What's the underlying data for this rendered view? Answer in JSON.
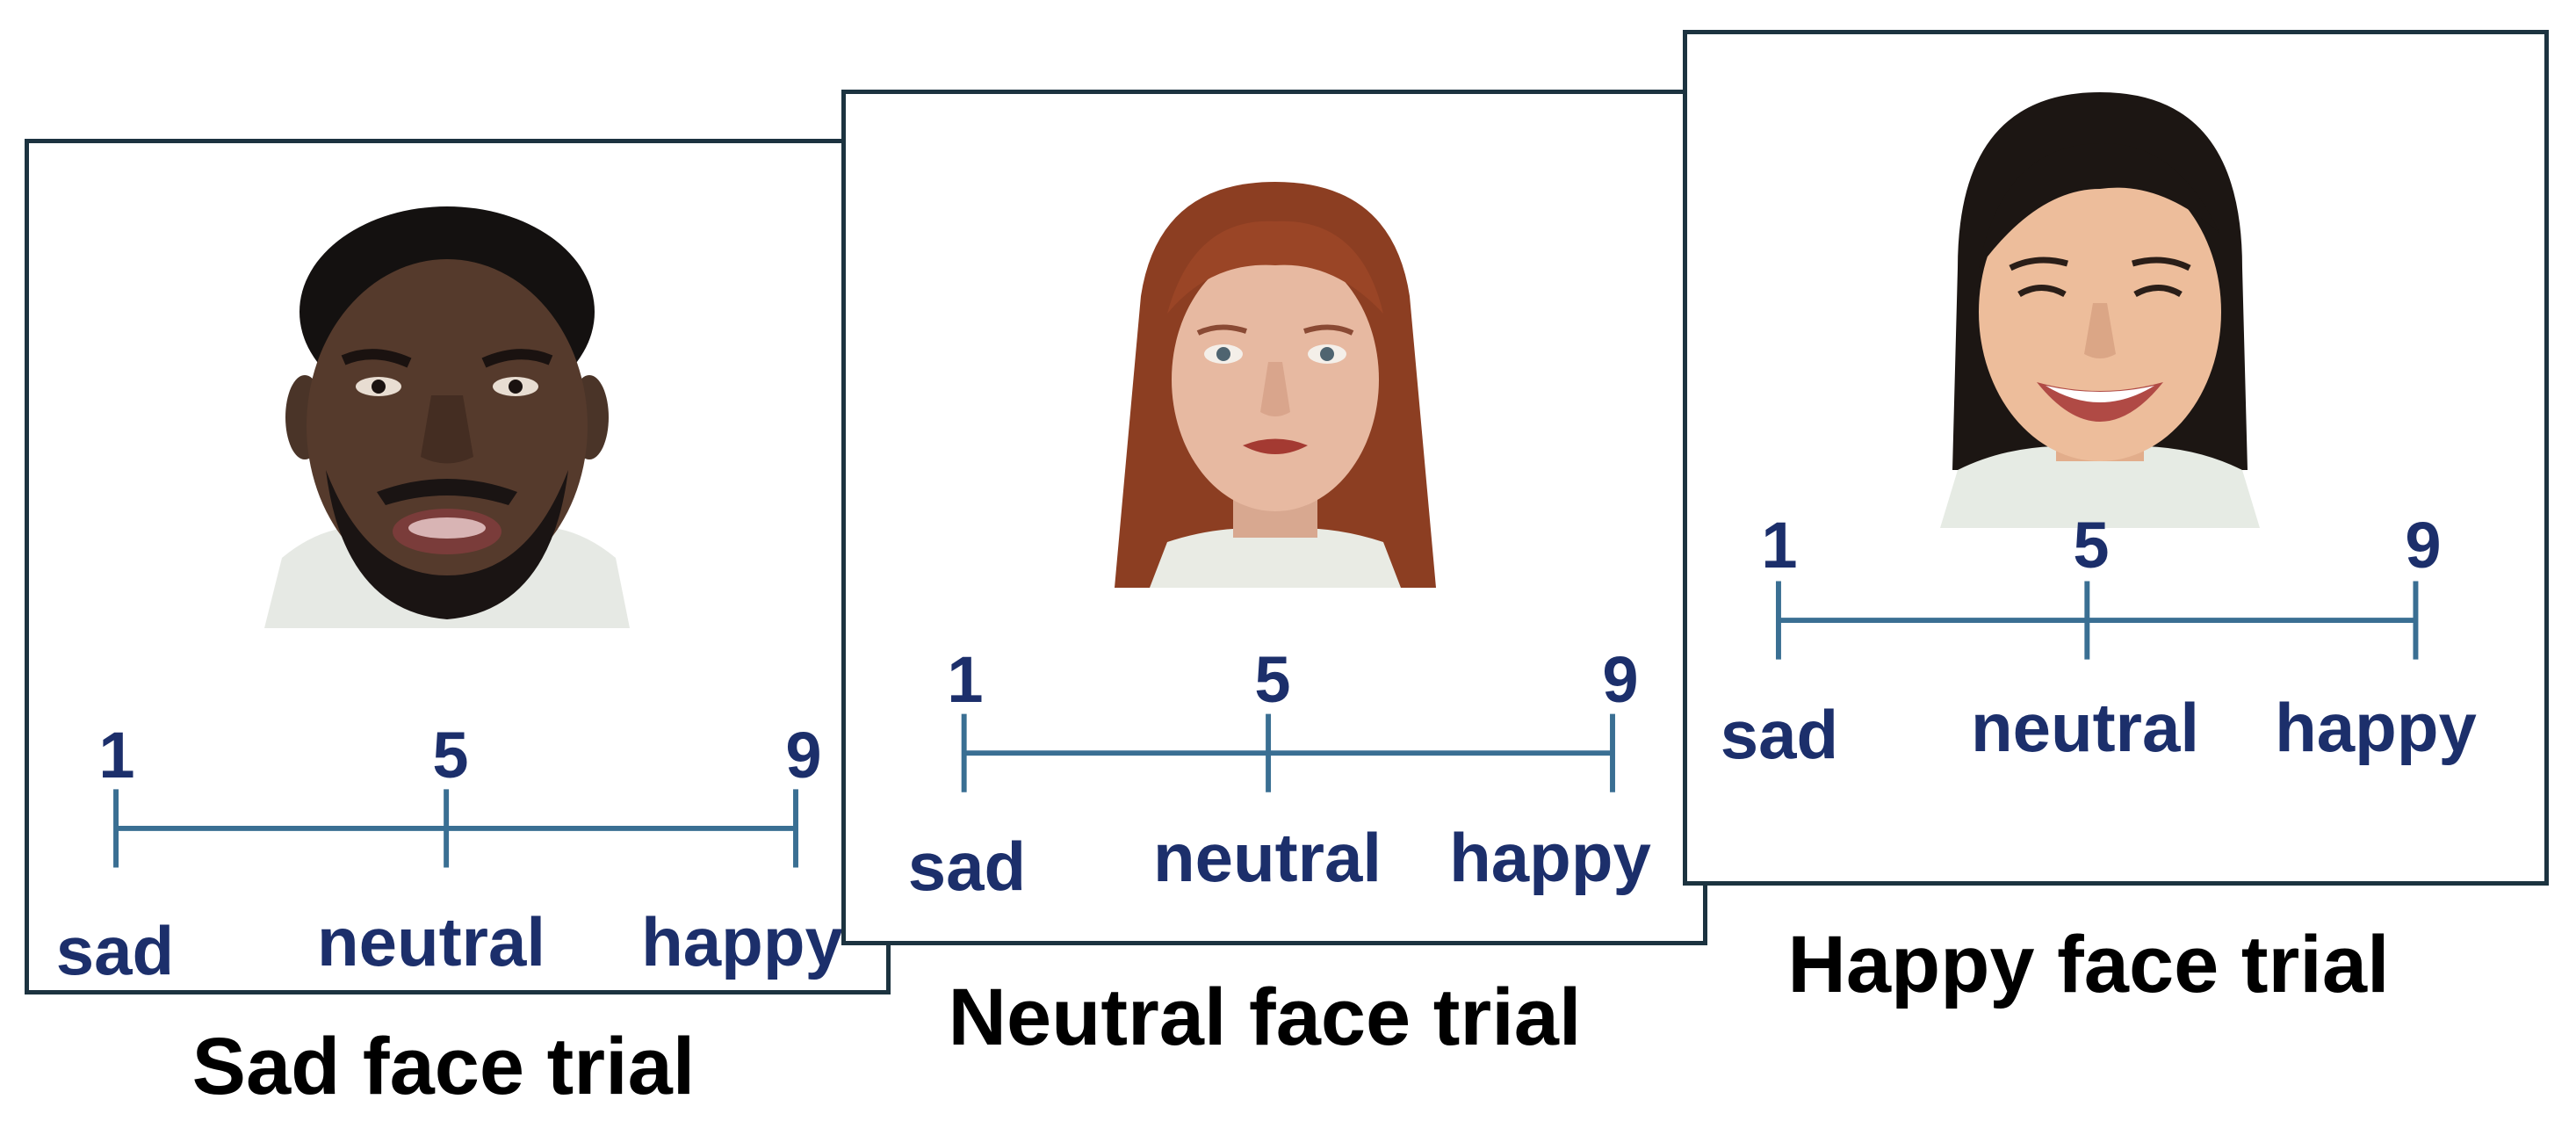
{
  "panels": [
    {
      "id": "sad",
      "caption": "Sad face trial",
      "face_icon": "sad-face-icon",
      "scale": {
        "numbers": [
          "1",
          "5",
          "9"
        ],
        "words": [
          "sad",
          "neutral",
          "happy"
        ]
      }
    },
    {
      "id": "neutral",
      "caption": "Neutral face trial",
      "face_icon": "neutral-face-icon",
      "scale": {
        "numbers": [
          "1",
          "5",
          "9"
        ],
        "words": [
          "sad",
          "neutral",
          "happy"
        ]
      }
    },
    {
      "id": "happy",
      "caption": "Happy face trial",
      "face_icon": "happy-face-icon",
      "scale": {
        "numbers": [
          "1",
          "5",
          "9"
        ],
        "words": [
          "sad",
          "neutral",
          "happy"
        ]
      }
    }
  ],
  "colors": {
    "scale_line": "#3a6f93",
    "scale_text": "#1c2f6b",
    "panel_border": "#1c3340",
    "caption_text": "#000000"
  }
}
